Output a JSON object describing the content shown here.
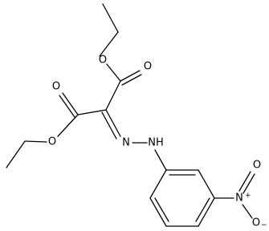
{
  "molecule": {
    "atoms": {
      "ester1_alkoxy_o": "O",
      "ester1_carbonyl_o": "O",
      "ester2_alkoxy_o": "O",
      "ester2_carbonyl_o": "O",
      "hydrazone_n": "N",
      "hydrazone_nh": "NH",
      "nitro_n": "N",
      "nitro_n_charge": "+",
      "nitro_o_double": "O",
      "nitro_o_single": "O",
      "nitro_o_charge": "−"
    }
  },
  "colors": {
    "ink": "#000000",
    "background": "#ffffff"
  }
}
